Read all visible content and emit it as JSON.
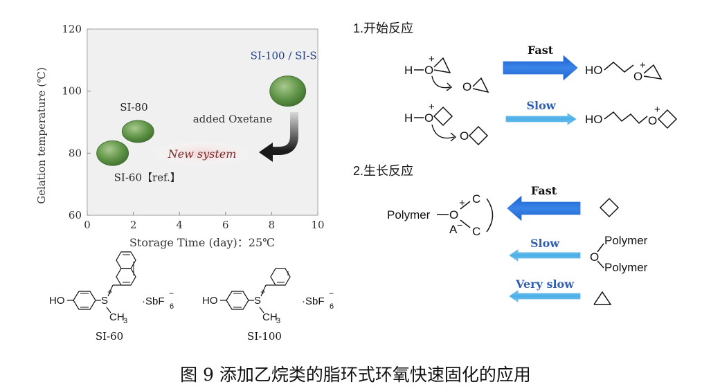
{
  "caption": "图 9 添加乙烷类的脂环式环氧快速固化的应用",
  "chart_data": {
    "type": "scatter",
    "xlabel": "Storage Time (day)：25℃",
    "ylabel": "Gelation temperature (℃)",
    "xlim": [
      0,
      10
    ],
    "ylim": [
      60,
      120
    ],
    "xticks": [
      "0",
      "2",
      "4",
      "6",
      "8",
      "10"
    ],
    "yticks": [
      "60",
      "80",
      "100",
      "120"
    ],
    "points": [
      {
        "label": "SI-60【ref.】",
        "x": 1.1,
        "y": 80
      },
      {
        "label": "SI-80",
        "x": 2.2,
        "y": 87
      },
      {
        "label": "SI-100 / SI-S",
        "x": 8.7,
        "y": 100
      }
    ],
    "annotations": {
      "added": "added Oxetane",
      "new_system": "New system"
    }
  },
  "structures": {
    "si60": {
      "name": "SI-60",
      "ho": "HO",
      "s": "S",
      "plus": "+",
      "ch3": "CH",
      "ch3_sub": "3",
      "counter": "·SbF",
      "counter_sub": "6",
      "counter_sup": "−"
    },
    "si100": {
      "name": "SI-100",
      "ho": "HO",
      "s": "S",
      "plus": "+",
      "ch3": "CH",
      "ch3_sub": "3",
      "counter": "·SbF",
      "counter_sub": "6",
      "counter_sup": "−"
    }
  },
  "scheme": {
    "section1": "1.开始反应",
    "section2": "2.生长反应",
    "h": "H",
    "ho": "HO",
    "o": "O",
    "plus": "+",
    "minus": "−",
    "c": "C",
    "a": "A",
    "polymer": "Polymer",
    "arrows": [
      {
        "label": "Fast",
        "color": "#2a73d8"
      },
      {
        "label": "Slow",
        "color": "#5bb5ea"
      },
      {
        "label": "Fast",
        "color": "#2a73d8"
      },
      {
        "label": "Slow",
        "color": "#5bb5ea"
      },
      {
        "label": "Very slow",
        "color": "#5bb5ea"
      }
    ]
  }
}
